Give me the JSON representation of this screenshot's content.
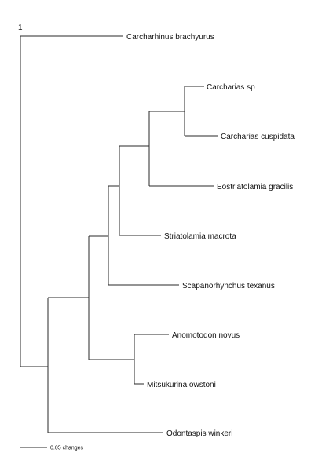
{
  "tree_label": "1",
  "taxa": {
    "carcharhinus": "Carcharhinus brachyurus",
    "carcharias_sp": "Carcharias sp",
    "carcharias_cuspidata": "Carcharias cuspidata",
    "eostriatolamia": "Eostriatolamia gracilis",
    "striatolamia": "Striatolamia macrota",
    "scapanorhynchus": "Scapanorhynchus texanus",
    "anomotodon": "Anomotodon novus",
    "mitsukurina": "Mitsukurina owstoni",
    "odontaspis": "Odontaspis winkeri"
  },
  "scale_bar": {
    "label": "0.05 changes"
  },
  "colors": {
    "line": "#2a2a2a",
    "text": "#111111",
    "background": "#ffffff"
  }
}
